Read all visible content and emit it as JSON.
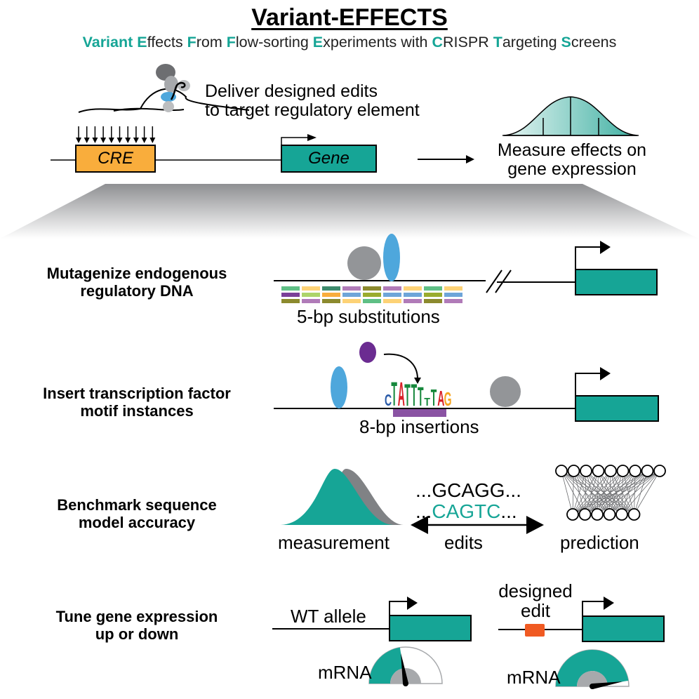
{
  "header": {
    "title": "Variant-EFFECTS",
    "subtitle_parts": [
      {
        "text": "V",
        "hl": true
      },
      {
        "text": "ariant ",
        "hl": true
      },
      {
        "text": "E",
        "hl": true
      },
      {
        "text": "ffects ",
        "hl": false
      },
      {
        "text": "F",
        "hl": true
      },
      {
        "text": "rom ",
        "hl": false
      },
      {
        "text": "F",
        "hl": true
      },
      {
        "text": "low-sorting ",
        "hl": false
      },
      {
        "text": "E",
        "hl": true
      },
      {
        "text": "xperiments with ",
        "hl": false
      },
      {
        "text": "C",
        "hl": true
      },
      {
        "text": "RISPR ",
        "hl": false
      },
      {
        "text": "T",
        "hl": true
      },
      {
        "text": "argeting ",
        "hl": false
      },
      {
        "text": "S",
        "hl": true
      },
      {
        "text": "creens",
        "hl": false
      }
    ]
  },
  "overview": {
    "deliver_line1": "Deliver designed edits",
    "deliver_line2": "to target regulatory element",
    "cre_label": "CRE",
    "gene_label": "Gene",
    "measure_line1": "Measure effects on",
    "measure_line2": "gene expression",
    "arrow_count": 10
  },
  "colors": {
    "teal": "#16a596",
    "orange_cre": "#f9ad3c",
    "grey_tf": "#939598",
    "blue_tf": "#4ea7dc",
    "purple_tf": "#6b2c91",
    "purple_bar": "#8a53a3",
    "red_edit": "#f05a22"
  },
  "panels": [
    {
      "label_line1": "Mutagenize endogenous",
      "label_line2": "regulatory DNA",
      "caption": "5-bp substitutions"
    },
    {
      "label_line1": "Insert transcription factor",
      "label_line2": "motif instances",
      "caption": "8-bp insertions",
      "motif": "CTATTTTAG"
    },
    {
      "label_line1": "Benchmark sequence",
      "label_line2": "model accuracy",
      "left_caption": "measurement",
      "mid_caption": "edits",
      "right_caption": "prediction",
      "seq_ref": "...GCAGG...",
      "seq_alt_prefix": "...",
      "seq_alt": "CAGTC",
      "seq_alt_suffix": "..."
    },
    {
      "label_line1": "Tune gene expression",
      "label_line2": "up or down",
      "wt_label": "WT allele",
      "edit_label_line1": "designed",
      "edit_label_line2": "edit",
      "mrna_label": "mRNA",
      "wt_gauge_level": 0.45,
      "edit_gauge_level": 0.95
    }
  ]
}
